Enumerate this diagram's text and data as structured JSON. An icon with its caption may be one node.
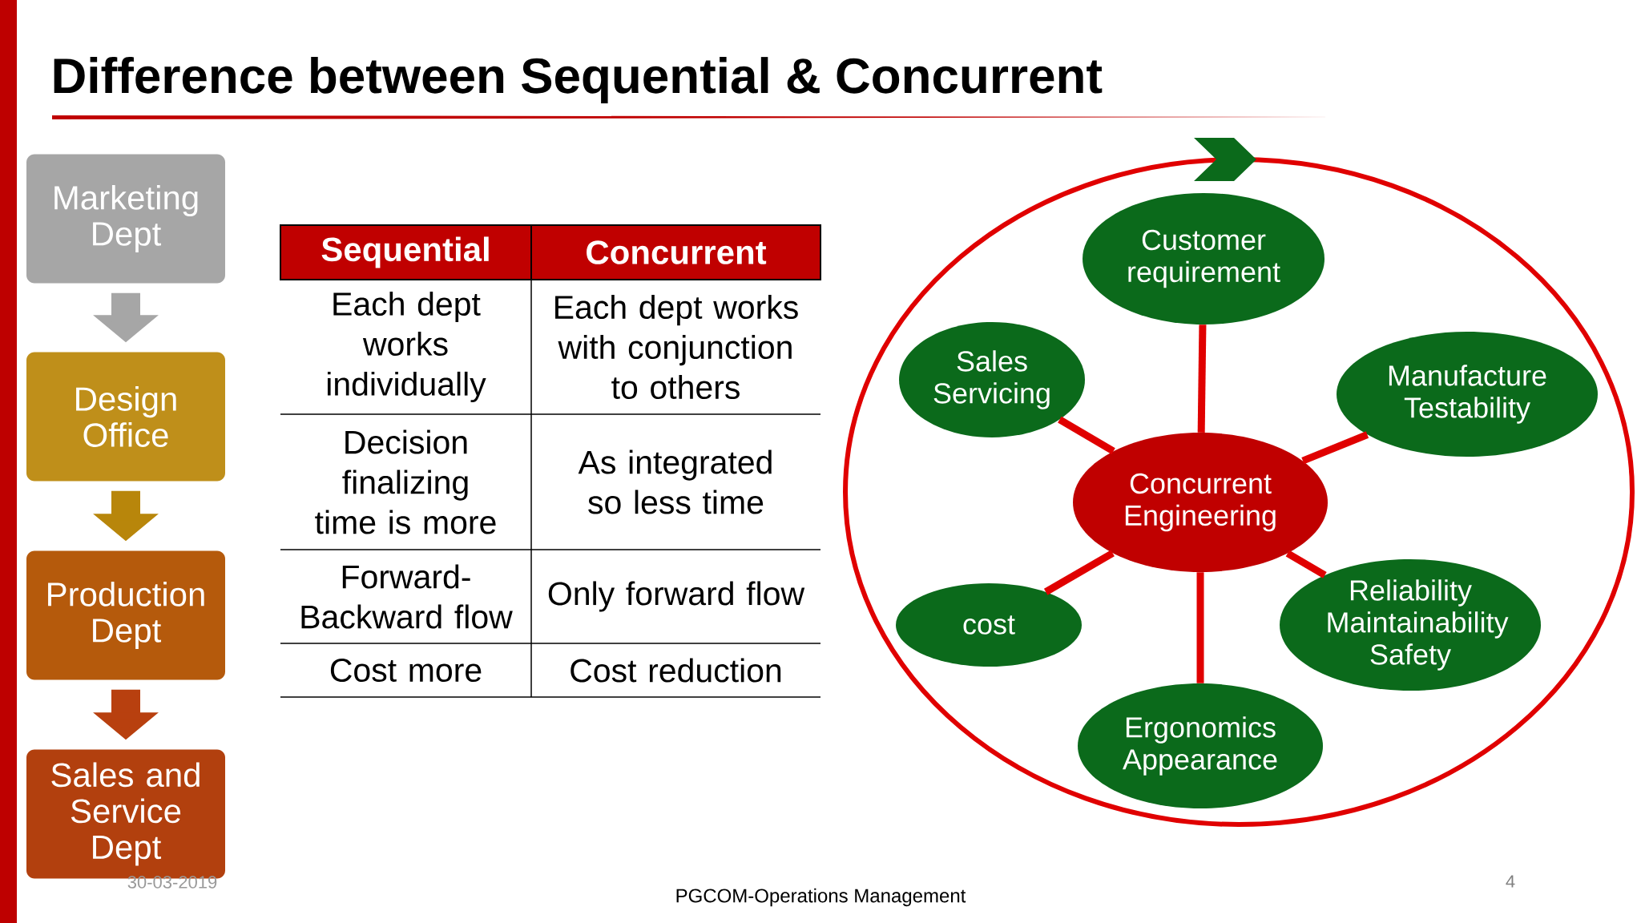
{
  "diagram": {
    "title": "Difference between Sequential & Concurrent",
    "nodes": [
      {
        "text": [
          "Marketing Dept"
        ]
      },
      {
        "text": [
          "Design Office"
        ]
      },
      {
        "text": [
          "Production Dept"
        ]
      },
      {
        "text": [
          "Sales and Service Dept"
        ]
      },
      {
        "text": [
          "Customer requirement"
        ]
      },
      {
        "text": [
          "Sales Servicing"
        ]
      },
      {
        "text": [
          "Manufacture Testability"
        ]
      },
      {
        "text": [
          "Concurrent Engineering"
        ]
      },
      {
        "text": [
          "cost"
        ]
      },
      {
        "text": [
          "Reliability Maintainability Safety"
        ]
      },
      {
        "text": [
          "Ergonomics Appearance"
        ]
      }
    ],
    "edges": [
      {
        "from": 0,
        "to": 1,
        "arrow": "to",
        "style": "thick",
        "color": "#a6a6a6"
      },
      {
        "from": 1,
        "to": 2,
        "arrow": "to",
        "style": "thick",
        "color": "#b8860b"
      },
      {
        "from": 2,
        "to": 3,
        "arrow": "to",
        "style": "thick",
        "color": "#b8400f"
      },
      {
        "from": 7,
        "to": 4,
        "arrow": "none"
      },
      {
        "from": 7,
        "to": 5,
        "arrow": "none"
      },
      {
        "from": 7,
        "to": 6,
        "arrow": "none"
      },
      {
        "from": 7,
        "to": 8,
        "arrow": "none"
      },
      {
        "from": 7,
        "to": 9,
        "arrow": "none"
      },
      {
        "from": 7,
        "to": 10,
        "arrow": "none"
      }
    ],
    "labels": [
      "Sequential",
      "Concurrent",
      "Each dept works individually",
      "Each dept works with conjunction to others",
      "Decision finalizing time is more",
      "As integrated so less time",
      "Forward-Backward flow",
      "Only forward flow",
      "Cost more",
      "Cost reduction",
      "30-03-2019",
      "PGCOM-Operations Management",
      "4"
    ]
  }
}
